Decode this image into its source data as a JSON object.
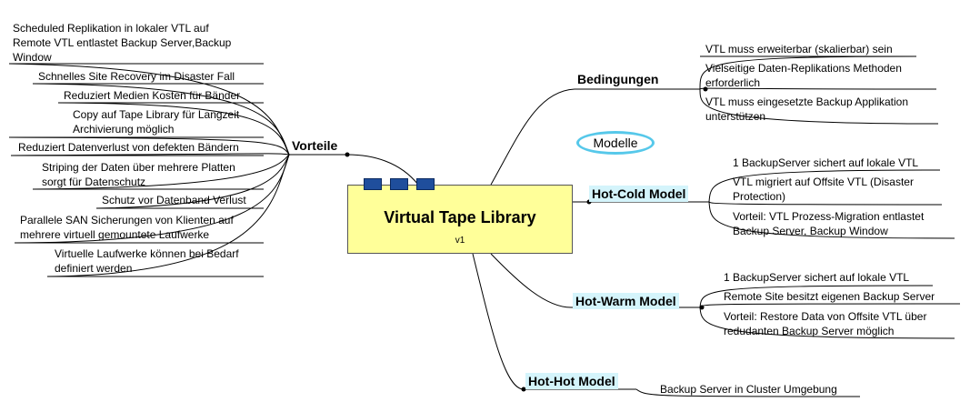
{
  "root": {
    "title": "Virtual Tape Library",
    "version": "v1"
  },
  "floating_label": "Modelle",
  "vorteile": {
    "label": "Vorteile",
    "items": [
      "Scheduled Replikation in lokaler VTL auf",
      "Remote VTL entlastet Backup Server,Backup",
      "Window",
      "Schnelles Site Recovery im Disaster Fall",
      "Reduziert Medien Kosten für Bänder",
      "Copy auf Tape Library für Langzeit",
      "Archivierung möglich",
      "Reduziert Datenverlust von defekten Bändern",
      "Striping der Daten über mehrere Platten",
      "sorgt für Datenschutz",
      "Schutz vor Datenband Verlust",
      "Parallele SAN Sicherungen von Klienten auf",
      "mehrere virtuell gemountete Laufwerke",
      "Virtuelle Laufwerke können bei Bedarf",
      "definiert werden"
    ]
  },
  "bedingungen": {
    "label": "Bedingungen",
    "items": [
      "VTL muss erweiterbar (skalierbar) sein",
      "Vielseitige Daten-Replikations Methoden",
      "erforderlich",
      "VTL muss eingesetzte Backup Applikation",
      "unterstützen"
    ]
  },
  "hot_cold": {
    "label": "Hot-Cold Model",
    "items": [
      "1 BackupServer sichert auf lokale VTL",
      "VTL migriert auf Offsite VTL (Disaster",
      "Protection)",
      "Vorteil: VTL Prozess-Migration entlastet",
      "Backup Server, Backup Window"
    ]
  },
  "hot_warm": {
    "label": "Hot-Warm Model",
    "items": [
      "1 BackupServer sichert auf lokale VTL",
      "Remote Site besitzt eigenen Backup Server",
      "Vorteil: Restore Data von Offsite VTL über",
      "redudanten Backup Server möglich"
    ]
  },
  "hot_hot": {
    "label": "Hot-Hot Model",
    "items": [
      "Backup Server in Cluster Umgebung"
    ]
  },
  "colors": {
    "root_fill": "#ffff99",
    "tab_fill": "#1f4e9c",
    "highlight": "#d4f4fb",
    "cloud_outline": "#56c8ea"
  }
}
